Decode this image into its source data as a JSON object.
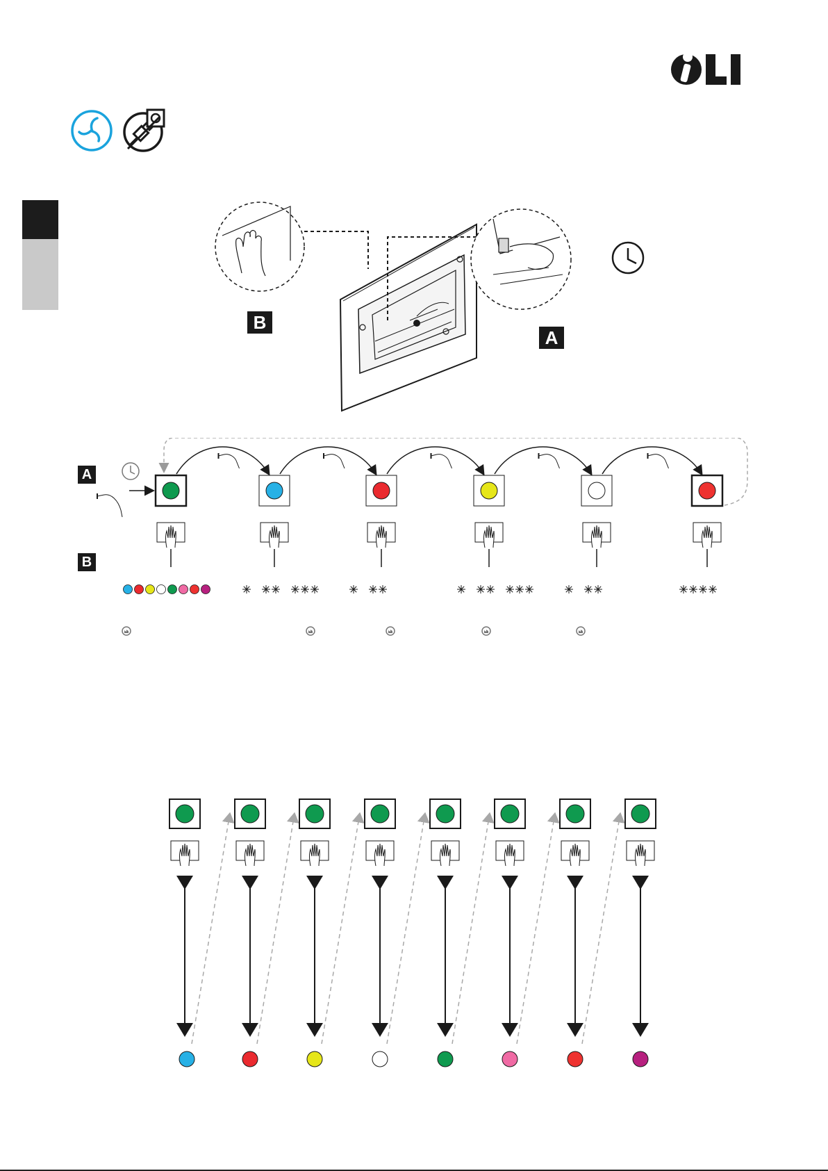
{
  "brand": {
    "logo_text": "OLI"
  },
  "header_icons": [
    {
      "name": "blue-fan-icon",
      "color": "#1aa3dd"
    },
    {
      "name": "unplug-power-icon",
      "color": "#1a1a1a"
    }
  ],
  "sidebar_tabs": [
    {
      "name": "section-tab-active",
      "color": "#1c1c1c"
    },
    {
      "name": "section-tab-inactive",
      "color": "#c9c9c9"
    }
  ],
  "callouts": {
    "a": "A",
    "b": "B"
  },
  "sequence": {
    "row_a_label": "A",
    "row_b_label": "B",
    "step_colors": [
      "#0f9a4f",
      "#27b1e6",
      "#ea2a2f",
      "#e6e619",
      "#ffffff",
      "#ee3230"
    ],
    "palette_dots": [
      "#27b1e6",
      "#ea2a2f",
      "#e6e619",
      "#ffffff",
      "#0f9a4f",
      "#f06aa4",
      "#ee3230",
      "#b7207f"
    ],
    "blink_groups": [
      [],
      [
        1,
        2,
        3
      ],
      [
        1,
        2
      ],
      [
        1,
        2,
        3
      ],
      [
        1,
        2
      ],
      [
        4
      ]
    ],
    "factory_icon_steps": [
      0,
      1,
      2,
      3,
      4
    ]
  },
  "mapping": {
    "button_color": "#0f9a4f",
    "targets": [
      "#27b1e6",
      "#ea2a2f",
      "#e6e619",
      "#ffffff",
      "#0f9a4f",
      "#f06aa4",
      "#ee3230",
      "#b7207f"
    ]
  }
}
